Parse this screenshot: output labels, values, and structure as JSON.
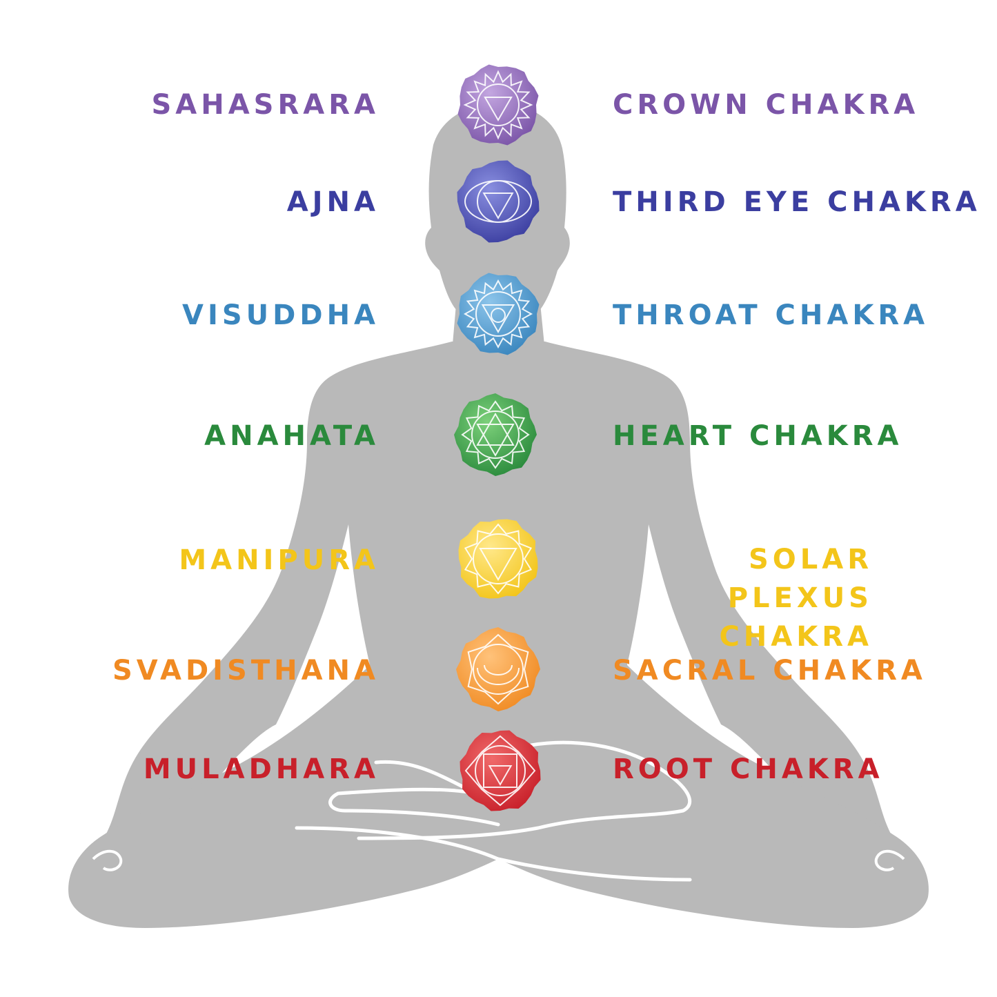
{
  "chakras": [
    {
      "sanskrit": "SAHASRARA",
      "english": "CROWN CHAKRA",
      "color": "#7b55a8",
      "light": "#c3a6e0",
      "symbol": "lotus-icon"
    },
    {
      "sanskrit": "AJNA",
      "english": "THIRD EYE CHAKRA",
      "color": "#3b3ea0",
      "light": "#8a8fe0",
      "symbol": "third-eye-icon"
    },
    {
      "sanskrit": "VISUDDHA",
      "english": "THROAT CHAKRA",
      "color": "#3a86be",
      "light": "#8cc4ea",
      "symbol": "throat-icon"
    },
    {
      "sanskrit": "ANAHATA",
      "english": "HEART CHAKRA",
      "color": "#2a8a3c",
      "light": "#7cd07a",
      "symbol": "heart-icon"
    },
    {
      "sanskrit": "MANIPURA",
      "english": "SOLAR PLEXUS CHAKRA",
      "english_line1": "SOLAR PLEXUS",
      "english_line2": "CHAKRA",
      "color": "#f3c51a",
      "light": "#ffe88a",
      "symbol": "solar-plexus-icon"
    },
    {
      "sanskrit": "SVADISTHANA",
      "english": "SACRAL CHAKRA",
      "color": "#f08a22",
      "light": "#ffc27a",
      "symbol": "sacral-icon"
    },
    {
      "sanskrit": "MULADHARA",
      "english": "ROOT CHAKRA",
      "color": "#c8202a",
      "light": "#f06a6a",
      "symbol": "root-icon"
    }
  ],
  "colors": {
    "silhouette": "#b9b9b9",
    "background": "#ffffff",
    "outline": "#ffffff"
  }
}
